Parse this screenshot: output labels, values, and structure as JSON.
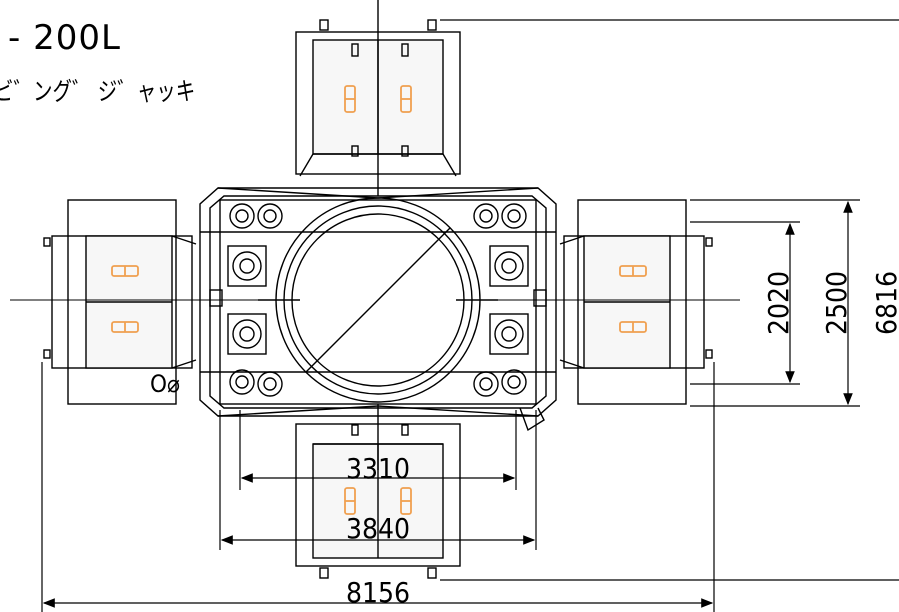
{
  "title": "- 200L",
  "subtitle": "ビ゛ング゛ ジ゛ャッキ",
  "dimensions": {
    "d3310": "3310",
    "d3840": "3840",
    "d8156": "8156",
    "d2020": "2020",
    "d2500": "2500",
    "d6816": "6816"
  },
  "symbol": "O⌀",
  "colors": {
    "line": "#000000",
    "module_fill": "#f7f7f7",
    "marker": "#f0a050"
  }
}
